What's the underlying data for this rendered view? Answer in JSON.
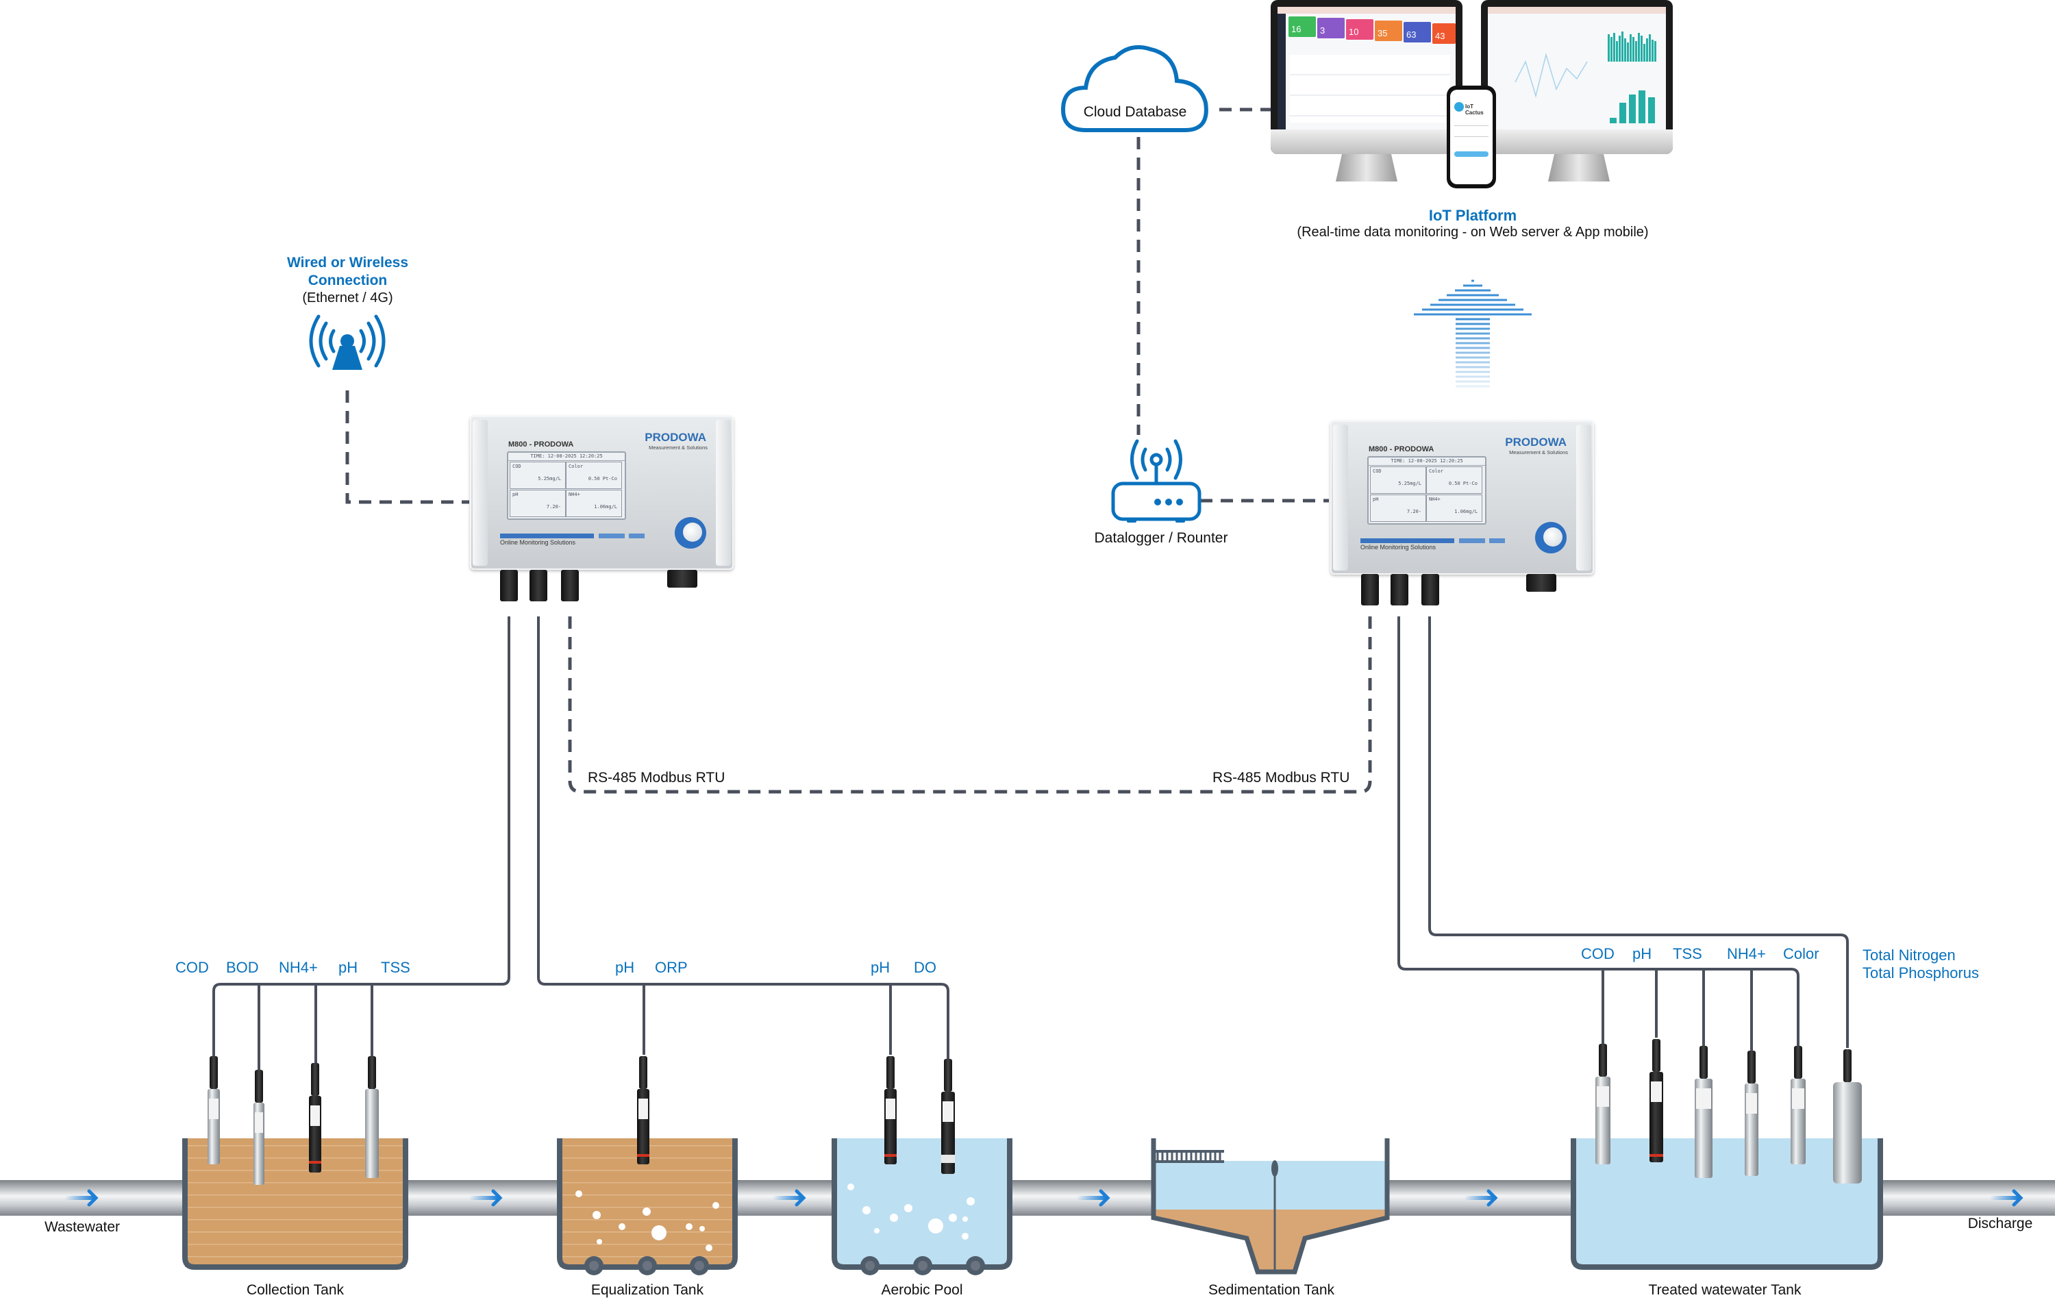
{
  "diagram": {
    "type": "wastewater-online-monitoring-system",
    "colors": {
      "accent_blue": "#0a72bd",
      "line_dark": "#4a4f5c",
      "wastewater_brown": "#d3a06a",
      "clean_water_blue": "#bddff2",
      "tank_wall": "#4f5d6b",
      "pipe_gray": "#a7abaf"
    }
  },
  "iot_platform": {
    "title": "IoT Platform",
    "subtitle": "(Real-time data monitoring - on Web server & App mobile)",
    "mobile_app_name": "IoT Cactus",
    "dashboard_cards": [
      {
        "value": "16",
        "color": "#3dbb5b"
      },
      {
        "value": "3",
        "color": "#8a59c9"
      },
      {
        "value": "10",
        "color": "#ea4d7d"
      },
      {
        "value": "35",
        "color": "#f0853a"
      },
      {
        "value": "63",
        "color": "#4b5fc6"
      },
      {
        "value": "43",
        "color": "#f0562c"
      }
    ]
  },
  "cloud": {
    "label": "Cloud Database",
    "icon": "cloud-icon"
  },
  "connection": {
    "title_line1": "Wired or Wireless",
    "title_line2": "Connection",
    "subtitle": "(Ethernet / 4G)",
    "icon": "wireless-antenna-icon"
  },
  "router": {
    "label": "Datalogger / Rounter",
    "icon": "router-icon"
  },
  "upload_arrow": {
    "icon": "upload-arrow-icon"
  },
  "controllers": [
    {
      "model": "M800 - PRODOWA",
      "brand": "PRODOWA",
      "brand_tagline": "Measurement & Solutions",
      "tagline": "Online Monitoring Solutions",
      "screen_time": "TIME: 12-08-2025 12:20:25",
      "readings": [
        {
          "name": "COD",
          "value": "5.25mg/L"
        },
        {
          "name": "Color",
          "value": "0.50 Pt-Co"
        },
        {
          "name": "pH",
          "value": "7.20-"
        },
        {
          "name": "NH4+",
          "value": "1.06mg/L"
        }
      ]
    },
    {
      "model": "M800 - PRODOWA",
      "brand": "PRODOWA",
      "brand_tagline": "Measurement & Solutions",
      "tagline": "Online Monitoring Solutions",
      "screen_time": "TIME: 12-08-2025 12:20:25",
      "readings": [
        {
          "name": "COD",
          "value": "5.25mg/L"
        },
        {
          "name": "Color",
          "value": "0.50 Pt-Co"
        },
        {
          "name": "pH",
          "value": "7.20-"
        },
        {
          "name": "NH4+",
          "value": "1.06mg/L"
        }
      ]
    }
  ],
  "protocols": {
    "left": "RS-485 Modbus RTU",
    "right": "RS-485 Modbus RTU"
  },
  "sensor_groups": {
    "collection": [
      "COD",
      "BOD",
      "NH4+",
      "pH",
      "TSS"
    ],
    "equalization": [
      "pH",
      "ORP"
    ],
    "aerobic": [
      "pH",
      "DO"
    ],
    "treated": [
      "COD",
      "pH",
      "TSS",
      "NH4+",
      "Color"
    ],
    "treated_extra": [
      "Total Nitrogen",
      "Total Phosphorus"
    ]
  },
  "process": {
    "inlet": "Wastewater",
    "outlet": "Discharge",
    "tanks": [
      {
        "name": "Collection Tank",
        "water": "brown"
      },
      {
        "name": "Equalization Tank",
        "water": "brown"
      },
      {
        "name": "Aerobic Pool",
        "water": "blue"
      },
      {
        "name": "Sedimentation Tank",
        "water": "blue-with-sludge"
      },
      {
        "name": "Treated watewater Tank",
        "water": "blue"
      }
    ]
  }
}
